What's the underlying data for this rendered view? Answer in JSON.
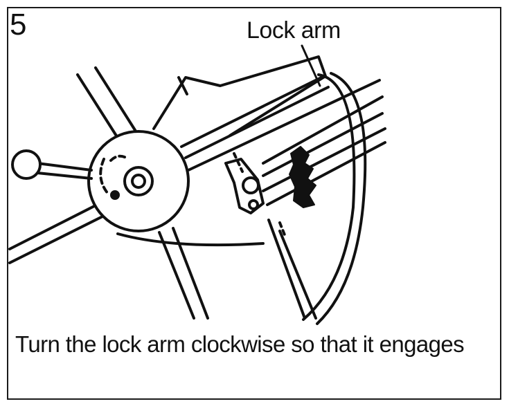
{
  "step": {
    "number": "5",
    "callout_label": "Lock arm",
    "caption": "Turn the lock arm clockwise so that it engages"
  },
  "colors": {
    "ink": "#111111",
    "paper": "#ffffff"
  },
  "icons": [
    "rotation-arrow-icon"
  ]
}
